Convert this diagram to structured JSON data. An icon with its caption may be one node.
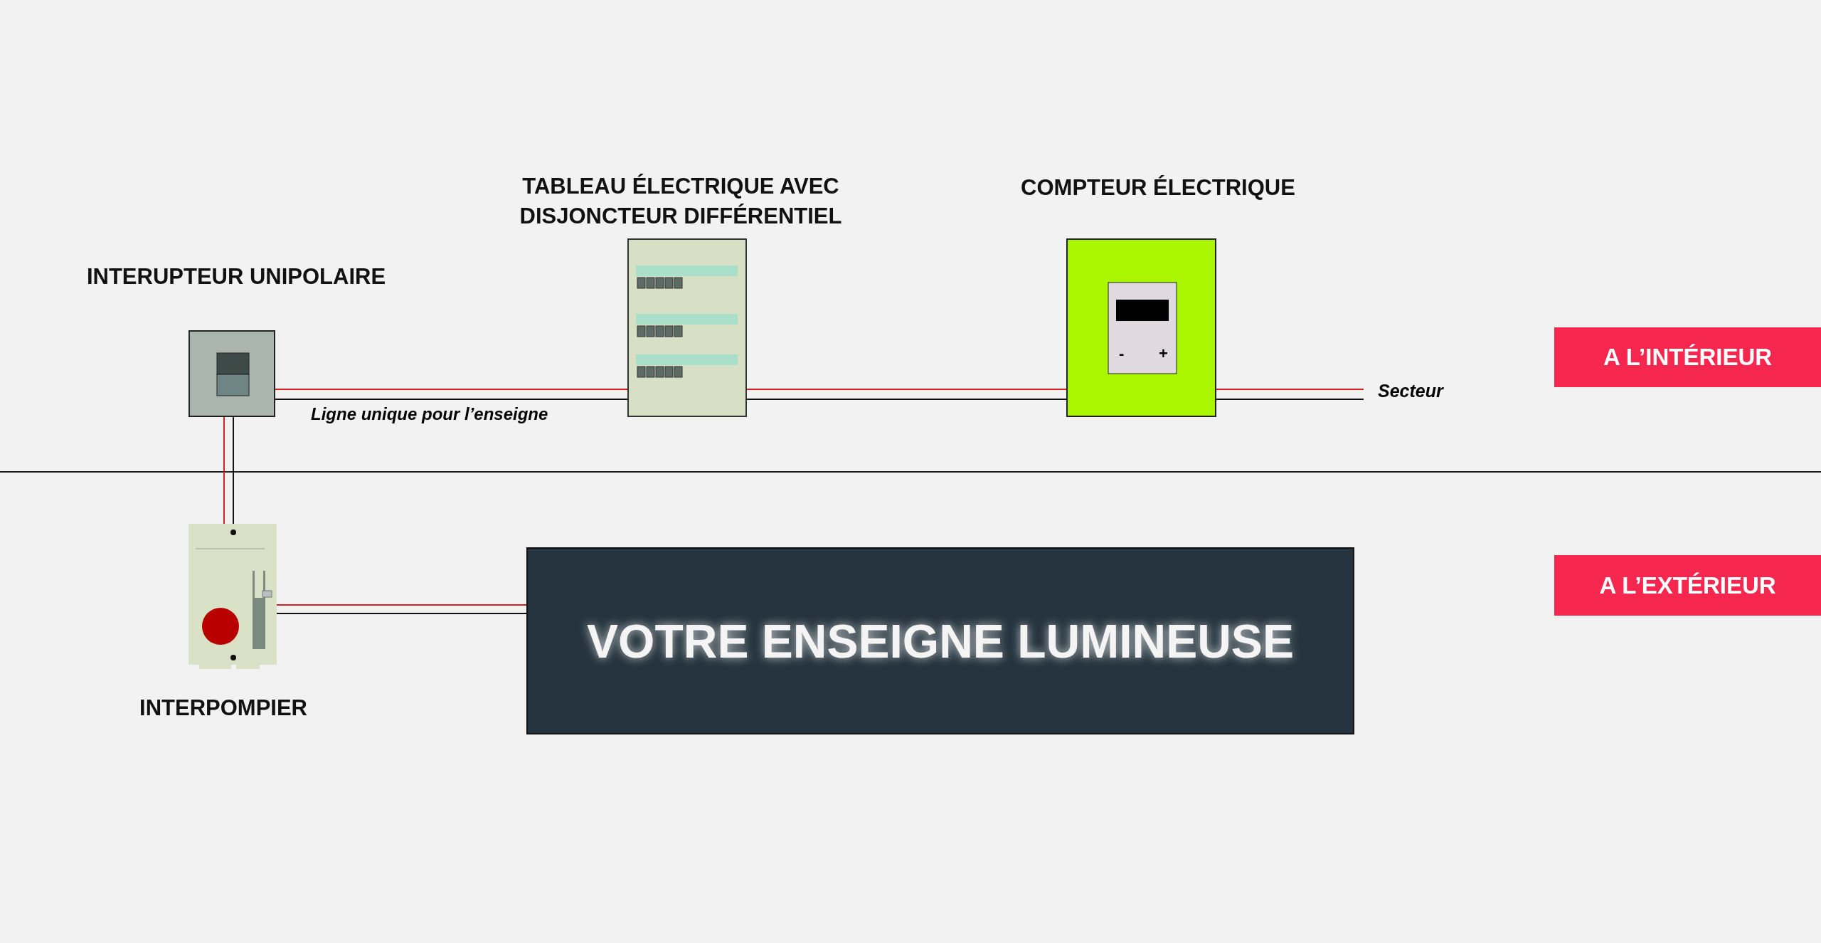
{
  "diagram": {
    "nodes": [
      {
        "text": [
          "INTERUPTEUR UNIPOLAIRE"
        ]
      },
      {
        "text": [
          "TABLEAU ÉLECTRIQUE AVEC DISJONCTEUR DIFFÉRENTIEL"
        ]
      },
      {
        "text": [
          "COMPTEUR ÉLECTRIQUE"
        ]
      },
      {
        "text": [
          "INTERPOMPIER"
        ]
      },
      {
        "text": [
          "VOTRE ENSEIGNE LUMINEUSE"
        ]
      },
      {
        "text": [
          "A L’INTÉRIEUR"
        ]
      },
      {
        "text": [
          "A L’EXTÉRIEUR"
        ]
      },
      {
        "text": [
          "Secteur"
        ]
      }
    ],
    "edges": [
      {
        "from": 0,
        "to": 1,
        "arrow": "none",
        "color": "#d42020"
      },
      {
        "from": 0,
        "to": 1,
        "arrow": "none",
        "label": "Ligne unique pour l’enseigne",
        "color": "#111111"
      },
      {
        "from": 1,
        "to": 2,
        "arrow": "none",
        "color": "#d42020"
      },
      {
        "from": 1,
        "to": 2,
        "arrow": "none",
        "color": "#111111"
      },
      {
        "from": 2,
        "to": 7,
        "arrow": "none",
        "color": "#d42020"
      },
      {
        "from": 2,
        "to": 7,
        "arrow": "none",
        "color": "#111111"
      },
      {
        "from": 0,
        "to": 3,
        "arrow": "none",
        "color": "#d42020"
      },
      {
        "from": 0,
        "to": 3,
        "arrow": "none",
        "color": "#111111"
      },
      {
        "from": 3,
        "to": 4,
        "arrow": "none",
        "color": "#d42020"
      },
      {
        "from": 3,
        "to": 4,
        "arrow": "none",
        "color": "#111111"
      }
    ],
    "labels": [
      "-",
      "+"
    ]
  }
}
